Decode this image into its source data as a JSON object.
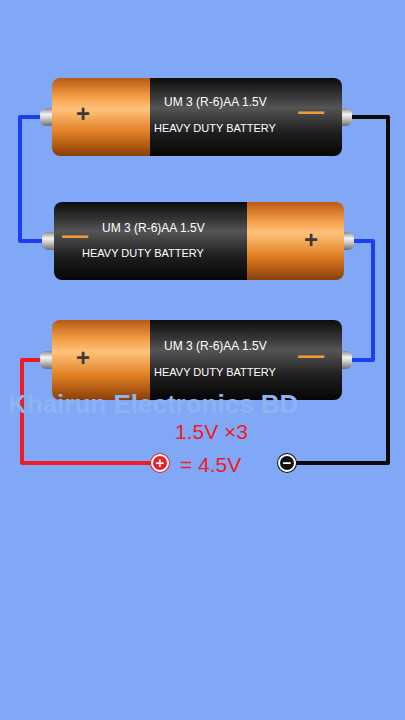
{
  "diagram": {
    "nodes": [
      {
        "text": [
          "+",
          "UM 3 (R-6)AA 1.5V",
          "HEAVY DUTY BATTERY",
          "—"
        ]
      },
      {
        "text": [
          "—",
          "UM 3 (R-6)AA 1.5V",
          "HEAVY DUTY BATTERY",
          "+"
        ]
      },
      {
        "text": [
          "+",
          "UM 3 (R-6)AA 1.5V",
          "HEAVY DUTY BATTERY",
          "—"
        ]
      },
      {
        "text": [
          "+"
        ]
      },
      {
        "text": [
          "−"
        ]
      }
    ],
    "edges": [
      {
        "from": 0,
        "to": 1,
        "arrow": "none"
      },
      {
        "from": 1,
        "to": 2,
        "arrow": "none"
      },
      {
        "from": 2,
        "to": 3,
        "arrow": "none"
      },
      {
        "from": 0,
        "to": 4,
        "arrow": "none"
      }
    ],
    "labels": [
      "Khairun Electronics BD",
      "1.5V ×3",
      "= 4.5V"
    ]
  }
}
